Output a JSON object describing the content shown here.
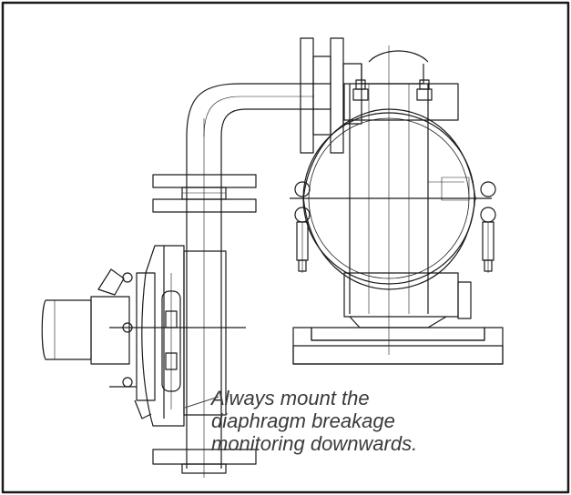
{
  "annotation": {
    "lines": [
      "Always mount the",
      "diaphragm breakage",
      "monitoring downwards."
    ]
  }
}
